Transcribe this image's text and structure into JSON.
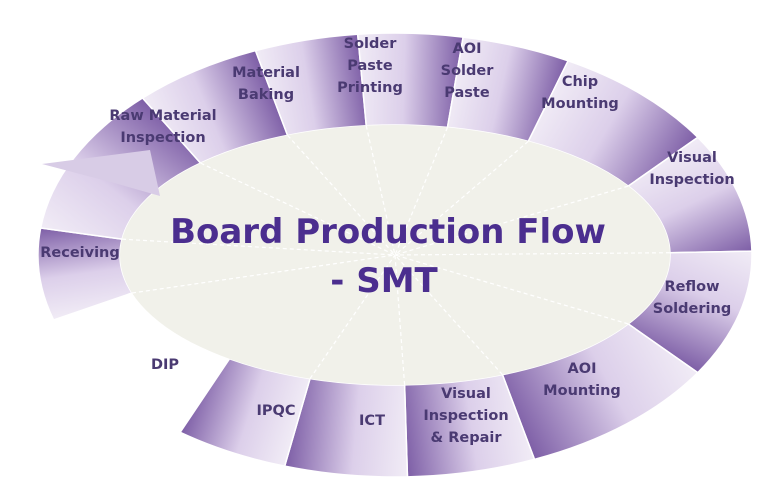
{
  "diagram": {
    "title_lines": [
      "Board Production Flow",
      "- SMT"
    ],
    "steps": [
      {
        "lines": [
          "Receiving"
        ]
      },
      {
        "lines": [
          "Raw Material",
          "Inspection"
        ]
      },
      {
        "lines": [
          "Material",
          "Baking"
        ]
      },
      {
        "lines": [
          "Solder",
          "Paste",
          "Printing"
        ]
      },
      {
        "lines": [
          "AOI",
          "Solder",
          "Paste"
        ]
      },
      {
        "lines": [
          "Chip",
          "Mounting"
        ]
      },
      {
        "lines": [
          "Visual",
          "Inspection"
        ]
      },
      {
        "lines": [
          "Reflow",
          "Soldering"
        ]
      },
      {
        "lines": [
          "AOI",
          "Mounting"
        ]
      },
      {
        "lines": [
          "Visual",
          "Inspection",
          "& Repair"
        ]
      },
      {
        "lines": [
          "ICT"
        ]
      },
      {
        "lines": [
          "IPQC"
        ]
      },
      {
        "lines": [
          "DIP"
        ]
      }
    ],
    "colors": {
      "ring_light": "#f1ecf6",
      "ring_dark": "#7d5ea6",
      "center_fill": "#f1f1ea",
      "title": "#4b2e8f",
      "label": "#4a3a72"
    }
  }
}
